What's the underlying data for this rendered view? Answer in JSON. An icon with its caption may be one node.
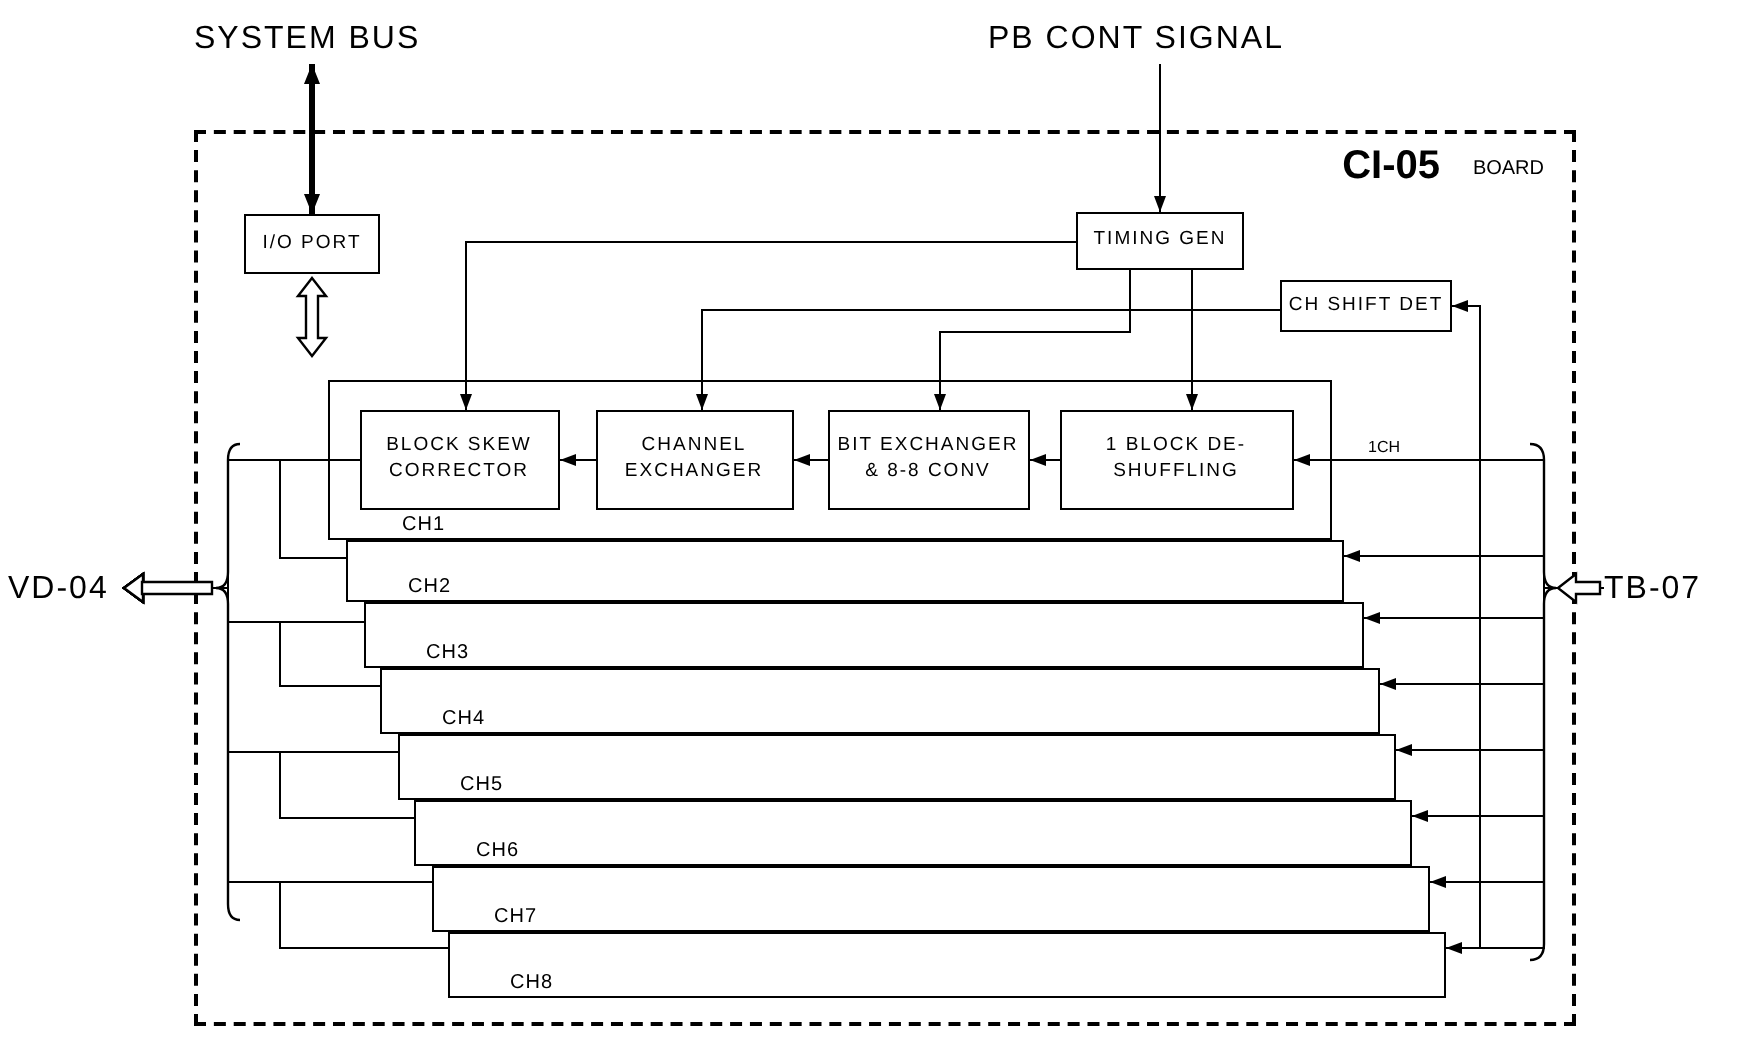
{
  "diagram": {
    "nodes": [
      {
        "text": [
          "CI-05",
          "BOARD"
        ]
      },
      {
        "text": [
          "SYSTEM BUS"
        ]
      },
      {
        "text": [
          "PB CONT SIGNAL"
        ]
      },
      {
        "text": [
          "I/O PORT"
        ],
        "in": 0
      },
      {
        "text": [
          "TIMING GEN"
        ],
        "in": 0
      },
      {
        "text": [
          "CH SHIFT DET"
        ],
        "in": 0
      },
      {
        "text": [
          "CH1"
        ],
        "in": 0
      },
      {
        "text": [
          "BLOCK SKEW CORRECTOR"
        ],
        "in": 6
      },
      {
        "text": [
          "CHANNEL EXCHANGER"
        ],
        "in": 6
      },
      {
        "text": [
          "BIT EXCHANGER & 8-8 CONV"
        ],
        "in": 6
      },
      {
        "text": [
          "1 BLOCK DE-SHUFFLING"
        ],
        "in": 6
      },
      {
        "text": [
          "CH2"
        ],
        "in": 0
      },
      {
        "text": [
          "CH3"
        ],
        "in": 0
      },
      {
        "text": [
          "CH4"
        ],
        "in": 0
      },
      {
        "text": [
          "CH5"
        ],
        "in": 0
      },
      {
        "text": [
          "CH6"
        ],
        "in": 0
      },
      {
        "text": [
          "CH7"
        ],
        "in": 0
      },
      {
        "text": [
          "CH8"
        ],
        "in": 0
      },
      {
        "text": [
          "VD-04"
        ]
      },
      {
        "text": [
          "TB-07"
        ]
      }
    ],
    "edges": [
      {
        "from": 1,
        "to": 3,
        "arrow": "both",
        "style": "thick"
      },
      {
        "from": 2,
        "to": 4,
        "arrow": "to"
      },
      {
        "from": 4,
        "to": 7,
        "arrow": "to"
      },
      {
        "from": 4,
        "to": 9,
        "arrow": "to"
      },
      {
        "from": 4,
        "to": 10,
        "arrow": "to"
      },
      {
        "from": 5,
        "to": 8,
        "arrow": "to"
      },
      {
        "from": 10,
        "to": 9,
        "arrow": "to"
      },
      {
        "from": 9,
        "to": 8,
        "arrow": "to"
      },
      {
        "from": 8,
        "to": 7,
        "arrow": "to"
      },
      {
        "from": 19,
        "to": 10,
        "arrow": "to",
        "label": "1CH"
      },
      {
        "from": 19,
        "to": 11,
        "arrow": "to"
      },
      {
        "from": 19,
        "to": 12,
        "arrow": "to"
      },
      {
        "from": 19,
        "to": 13,
        "arrow": "to"
      },
      {
        "from": 19,
        "to": 14,
        "arrow": "to"
      },
      {
        "from": 19,
        "to": 15,
        "arrow": "to"
      },
      {
        "from": 19,
        "to": 16,
        "arrow": "to"
      },
      {
        "from": 19,
        "to": 17,
        "arrow": "to"
      },
      {
        "from": 19,
        "to": 5,
        "arrow": "to"
      },
      {
        "from": 7,
        "to": 18,
        "arrow": "to"
      },
      {
        "from": 11,
        "to": 18,
        "arrow": "to"
      },
      {
        "from": 12,
        "to": 18,
        "arrow": "to"
      },
      {
        "from": 13,
        "to": 18,
        "arrow": "to"
      },
      {
        "from": 14,
        "to": 18,
        "arrow": "to"
      },
      {
        "from": 15,
        "to": 18,
        "arrow": "to"
      },
      {
        "from": 16,
        "to": 18,
        "arrow": "to"
      },
      {
        "from": 17,
        "to": 18,
        "arrow": "to"
      },
      {
        "from": 3,
        "to": null,
        "arrow": "both"
      }
    ]
  }
}
